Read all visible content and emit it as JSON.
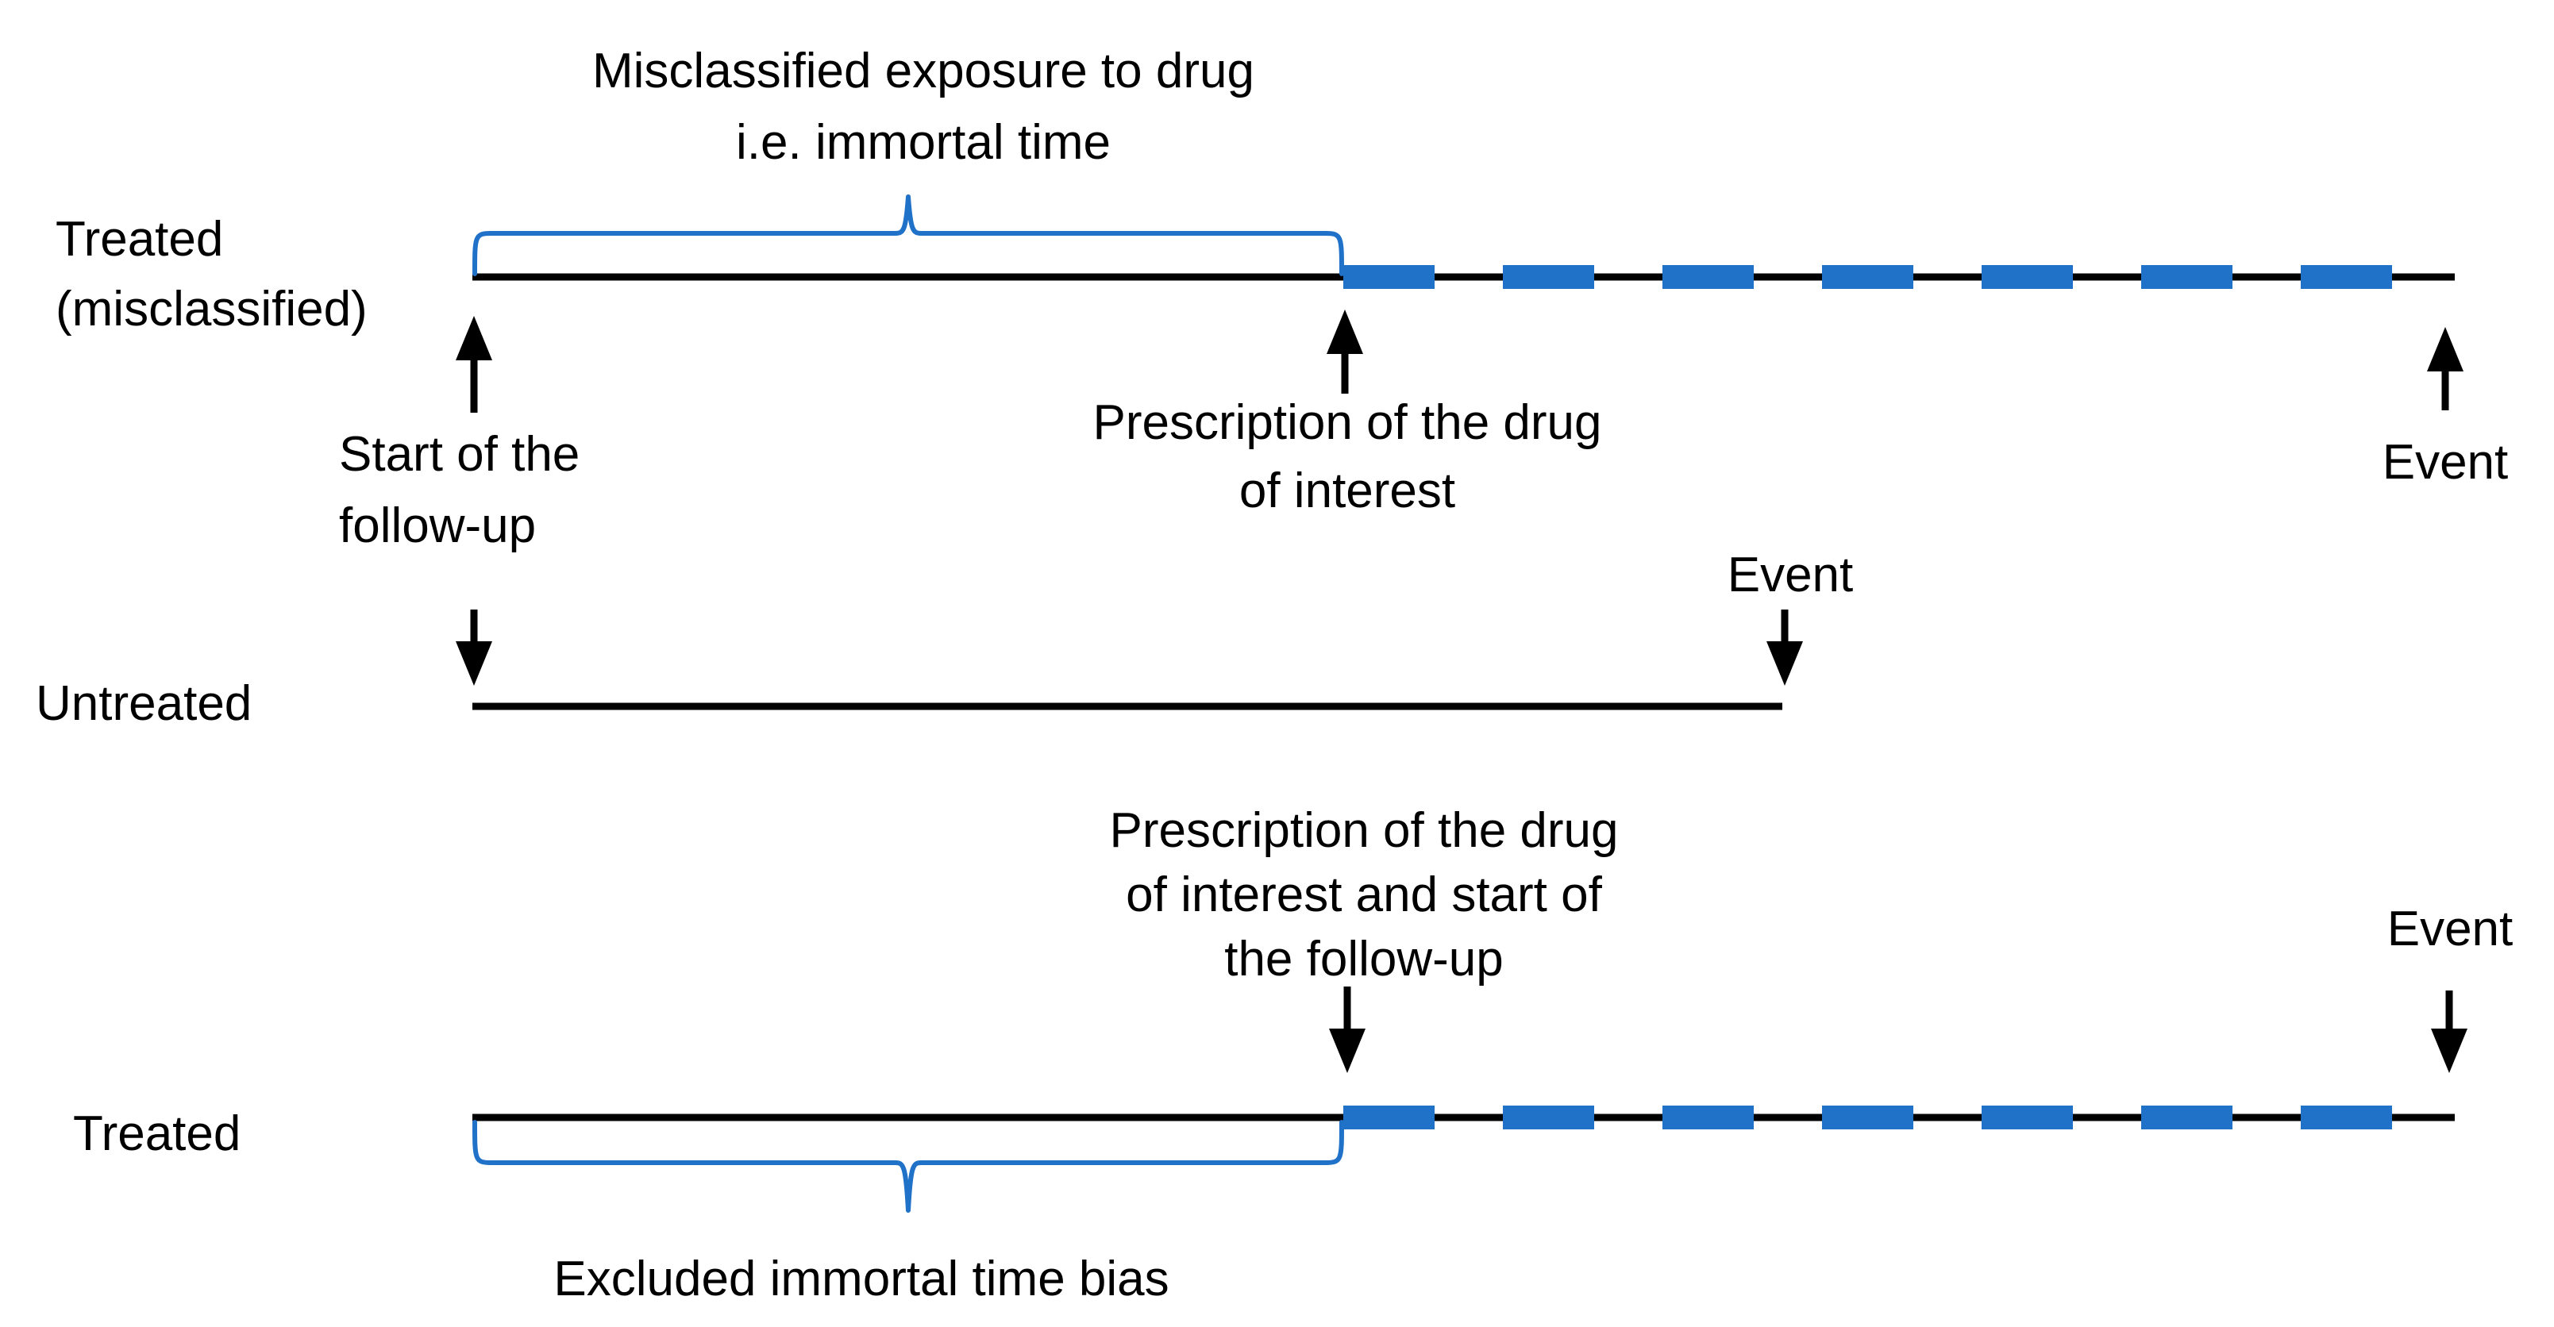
{
  "colors": {
    "accent_blue": "#2071C8",
    "line_black": "#000000",
    "background": "#FFFFFF"
  },
  "diagram": {
    "heading": {
      "line1": "Misclassified exposure to drug",
      "line2": "i.e. immortal time"
    },
    "row_treated_misclassified": {
      "label_line1": "Treated",
      "label_line2": "(misclassified)",
      "start_followup_line1": "Start of the",
      "start_followup_line2": "follow-up",
      "prescription_line1": "Prescription of the drug",
      "prescription_line2": "of interest",
      "event_label": "Event"
    },
    "row_untreated": {
      "label": "Untreated",
      "event_label": "Event"
    },
    "row_treated": {
      "label": "Treated",
      "prescription_line1": "Prescription of the drug",
      "prescription_line2": "of interest and start of",
      "prescription_line3": "the follow-up",
      "event_label": "Event",
      "brace_label": "Excluded immortal time bias"
    }
  }
}
